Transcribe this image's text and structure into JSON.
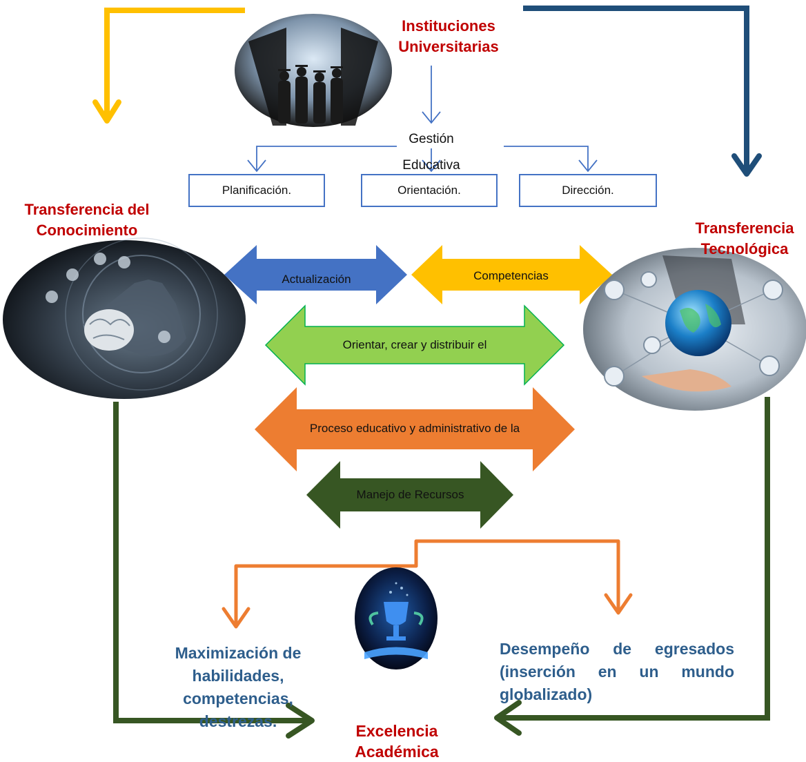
{
  "top": {
    "title": "Instituciones Universitarias",
    "gestion": "Gestión Educativa"
  },
  "functions": [
    "Planificación.",
    "Orientación.",
    "Dirección."
  ],
  "left_title": "Transferencia del Conocimiento",
  "right_title": "Transferencia Tecnológica",
  "arrows": {
    "actualizacion": "Actualización",
    "competencias": "Competencias",
    "orientar": "Orientar, crear y distribuir el",
    "proceso": "Proceso educativo y administrativo de la",
    "manejo": "Manejo de Recursos"
  },
  "bottom": {
    "left": "Maximización de habilidades, competencias, destrezas.",
    "right": "Desempeño de egresados (inserción en un mundo globalizado)",
    "center": "Excelencia Académica"
  },
  "colors": {
    "yellow": "#ffc000",
    "navy": "#1f4e79",
    "blue": "#4472c4",
    "green": "#92d050",
    "orange": "#ed7d31",
    "dark_green": "#375623",
    "red": "#c00000"
  }
}
